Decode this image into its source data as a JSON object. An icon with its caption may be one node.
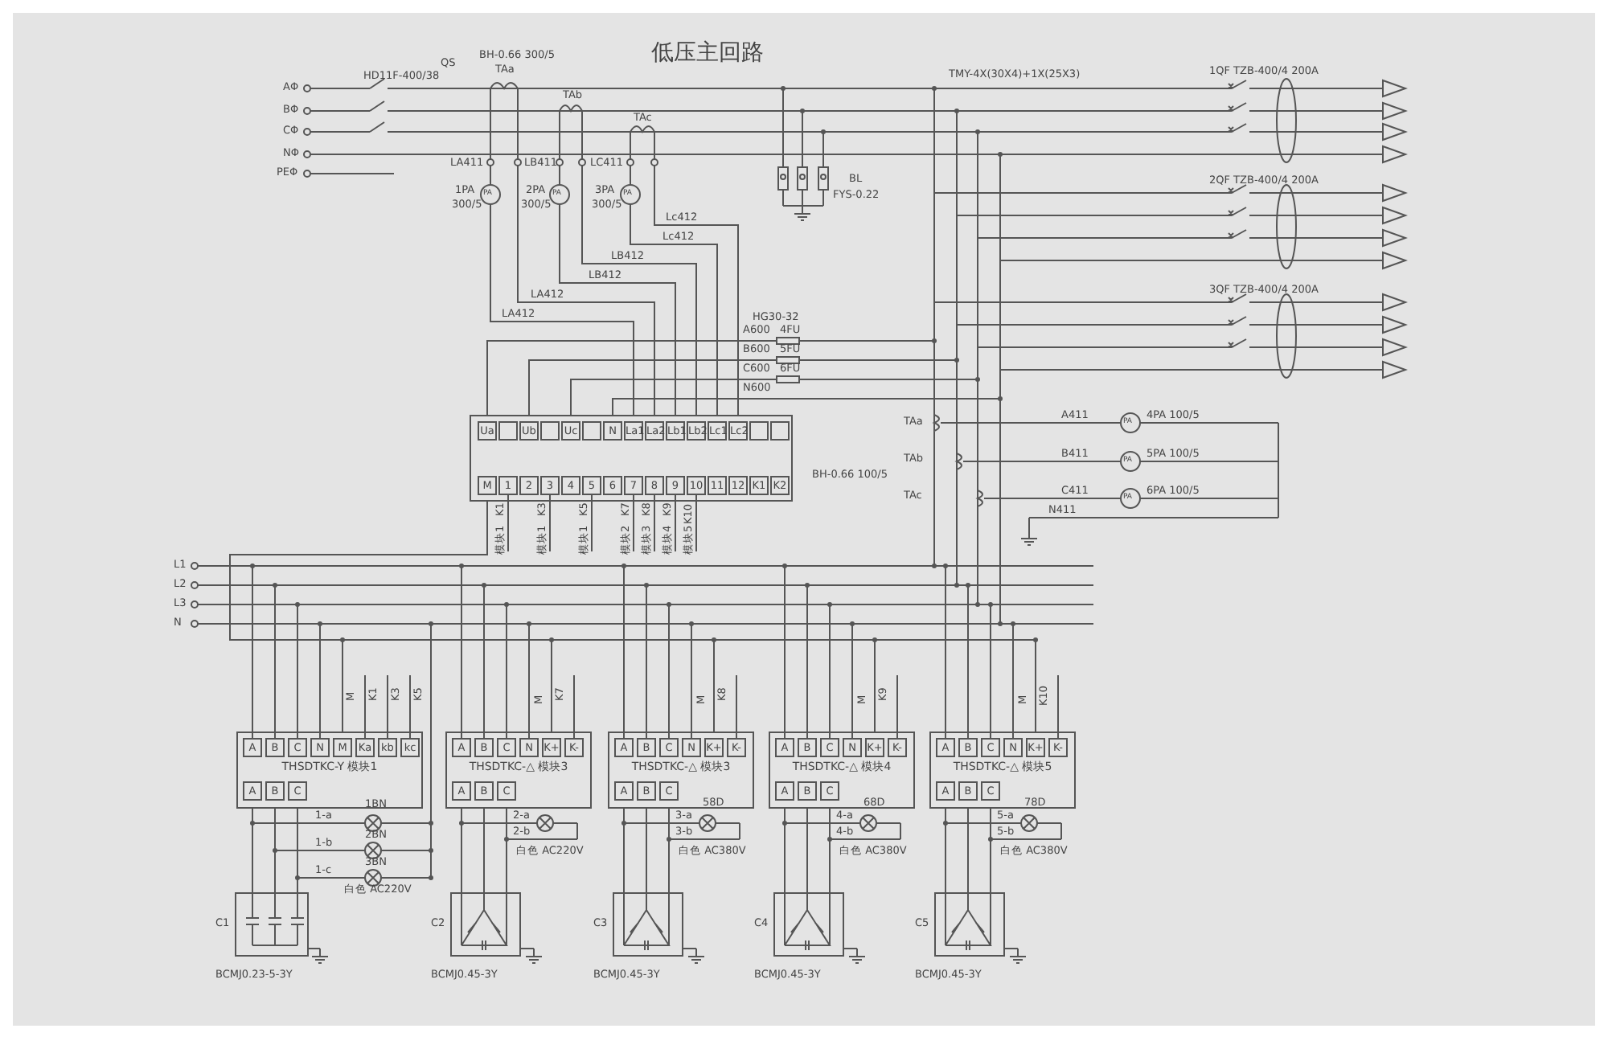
{
  "diagram": {
    "title": "低压主回路",
    "nodes": [
      {
        "text": [
          "Ua",
          "Ub",
          "Uc",
          "N",
          "La1",
          "La2",
          "Lb1",
          "Lb2",
          "Lc1",
          "Lc2",
          "M",
          "1",
          "2",
          "3",
          "4",
          "5",
          "6",
          "7",
          "8",
          "9",
          "10",
          "11",
          "12",
          "K1",
          "K2"
        ]
      },
      {
        "text": [
          "A",
          "B",
          "C",
          "N",
          "M",
          "Ka",
          "kb",
          "kc",
          "THSDTKC-Y",
          "模块1",
          "A",
          "B",
          "C"
        ]
      },
      {
        "text": [
          "A",
          "B",
          "C",
          "N",
          "K+",
          "K-",
          "THSDTKC-△",
          "模块3",
          "A",
          "B",
          "C"
        ]
      },
      {
        "text": [
          "A",
          "B",
          "C",
          "N",
          "K+",
          "K-",
          "THSDTKC-△",
          "模块3",
          "A",
          "B",
          "C"
        ]
      },
      {
        "text": [
          "A",
          "B",
          "C",
          "N",
          "K+",
          "K-",
          "THSDTKC-△",
          "模块4",
          "A",
          "B",
          "C"
        ]
      },
      {
        "text": [
          "A",
          "B",
          "C",
          "N",
          "K+",
          "K-",
          "THSDTKC-△",
          "模块5",
          "A",
          "B",
          "C"
        ]
      },
      {
        "text": [],
        "shape": "box",
        "beside": [
          "C1",
          "BCMJ0.23-5-3Y"
        ]
      },
      {
        "text": [],
        "shape": "box",
        "beside": [
          "C2",
          "BCMJ0.45-3Y"
        ]
      },
      {
        "text": [],
        "shape": "box",
        "beside": [
          "C3",
          "BCMJ0.45-3Y"
        ]
      },
      {
        "text": [],
        "shape": "box",
        "beside": [
          "C4",
          "BCMJ0.45-3Y"
        ]
      },
      {
        "text": [],
        "shape": "box",
        "beside": [
          "C5",
          "BCMJ0.45-3Y"
        ]
      }
    ],
    "edges": [
      {
        "from": 1,
        "to": 6,
        "arrow": "none"
      },
      {
        "from": 1,
        "to": 6,
        "arrow": "none"
      },
      {
        "from": 1,
        "to": 6,
        "arrow": "none"
      },
      {
        "from": 2,
        "to": 7,
        "arrow": "none"
      },
      {
        "from": 2,
        "to": 7,
        "arrow": "none"
      },
      {
        "from": 2,
        "to": 7,
        "arrow": "none"
      },
      {
        "from": 3,
        "to": 8,
        "arrow": "none"
      },
      {
        "from": 3,
        "to": 8,
        "arrow": "none"
      },
      {
        "from": 3,
        "to": 8,
        "arrow": "none"
      },
      {
        "from": 4,
        "to": 9,
        "arrow": "none"
      },
      {
        "from": 4,
        "to": 9,
        "arrow": "none"
      },
      {
        "from": 4,
        "to": 9,
        "arrow": "none"
      },
      {
        "from": 5,
        "to": 10,
        "arrow": "none"
      },
      {
        "from": 5,
        "to": 10,
        "arrow": "none"
      },
      {
        "from": 5,
        "to": 10,
        "arrow": "none"
      },
      {
        "from": 0,
        "to": 1,
        "arrow": "none"
      },
      {
        "from": 0,
        "to": 2,
        "arrow": "none"
      },
      {
        "from": 0,
        "to": 3,
        "arrow": "none"
      },
      {
        "from": 0,
        "to": 4,
        "arrow": "none"
      },
      {
        "from": 0,
        "to": 5,
        "arrow": "none"
      }
    ],
    "labels": [
      "QS",
      "HD11F-400/38",
      "BH-0.66 300/5",
      "TAa",
      "TAb",
      "TAc",
      "TMY-4X(30X4)+1X(25X3)",
      "1QF TZB-400/4 200A",
      "AΦ",
      "BΦ",
      "CΦ",
      "NΦ",
      "PEΦ",
      "LA411",
      "LB411",
      "LC411",
      "1PA",
      "300/5",
      "2PA",
      "300/5",
      "3PA",
      "300/5",
      "Lc412",
      "Lc412",
      "LB412",
      "LB412",
      "LA412",
      "LA412",
      "BL",
      "FYS-0.22",
      "2QF TZB-400/4 200A",
      "HG30-32",
      "A600",
      "4FU",
      "B600",
      "5FU",
      "C600",
      "6FU",
      "N600",
      "3QF TZB-400/4 200A",
      "K1",
      "K3",
      "K5",
      "K7",
      "K8",
      "K9",
      "K10",
      "模块1",
      "模块1",
      "模块1",
      "模块2",
      "模块3",
      "模块4",
      "模块5",
      "TAa",
      "BH-0.66 100/5",
      "TAb",
      "TAc",
      "N411",
      "A411",
      "4PA 100/5",
      "B411",
      "5PA 100/5",
      "C411",
      "6PA 100/5",
      "L1",
      "L2",
      "L3",
      "N",
      "M",
      "K1",
      "K3",
      "K5",
      "M",
      "K7",
      "M",
      "K8",
      "M",
      "K9",
      "M",
      "K10",
      "1-a",
      "1BN",
      "1-b",
      "2BN",
      "1-c",
      "3BN",
      "白色 AC220V",
      "2-a",
      "2-b",
      "白色 AC220V",
      "3-a",
      "58D",
      "3-b",
      "白色 AC380V",
      "4-a",
      "68D",
      "4-b",
      "白色 AC380V",
      "5-a",
      "78D",
      "5-b",
      "白色 AC380V",
      "PA",
      "PA",
      "PA",
      "PA",
      "PA",
      "PA"
    ]
  }
}
